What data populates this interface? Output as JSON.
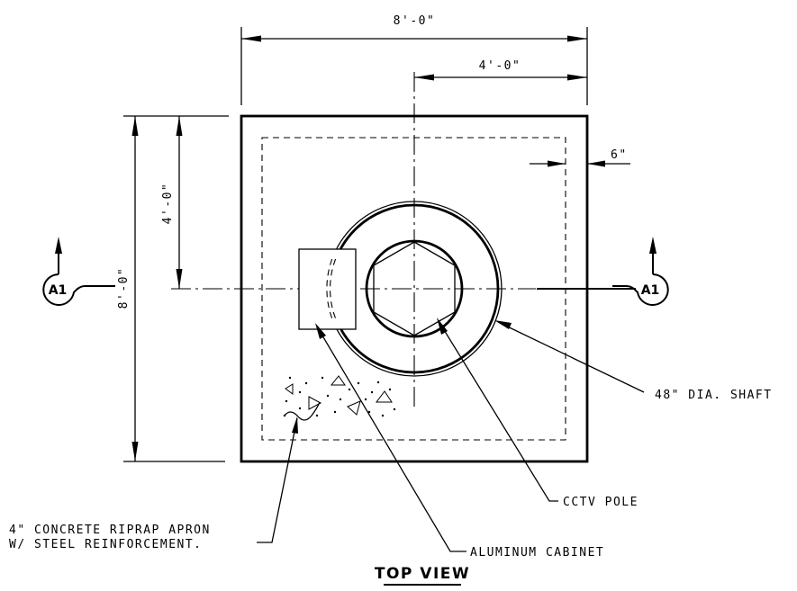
{
  "title": "TOP VIEW",
  "dimensions": {
    "overall_width": "8'-0\"",
    "half_width": "4'-0\"",
    "cover": "6\"",
    "overall_height": "8'-0\"",
    "half_height": "4'-0\""
  },
  "section_markers": {
    "left": "A1",
    "right": "A1"
  },
  "callouts": {
    "shaft": "48\" DIA. SHAFT",
    "pole": "CCTV POLE",
    "cabinet": "ALUMINUM CABINET",
    "apron_line1": "4\" CONCRETE RIPRAP APRON",
    "apron_line2": "W/ STEEL REINFORCEMENT."
  }
}
